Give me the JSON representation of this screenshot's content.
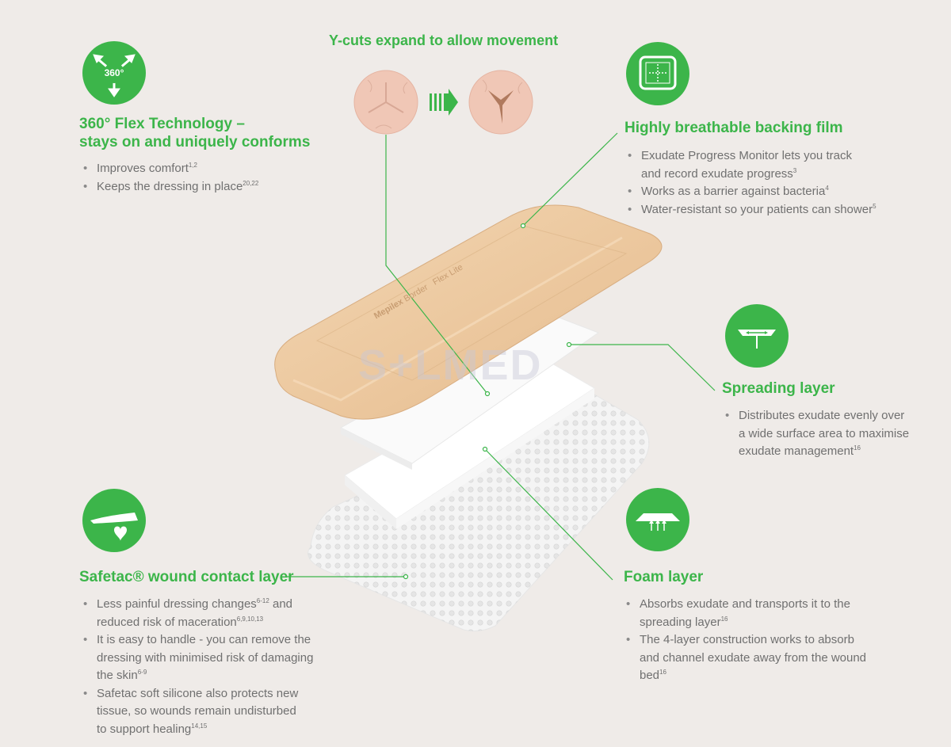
{
  "ycuts": {
    "title": "Y-cuts expand to allow movement"
  },
  "flex": {
    "icon_text": "360°",
    "title_line1": "360° Flex Technology –",
    "title_line2": "stays on and uniquely conforms",
    "bullets": [
      {
        "text": "Improves comfort",
        "ref": "1,2"
      },
      {
        "text": "Keeps the dressing in place",
        "ref": "20,22"
      }
    ]
  },
  "backing": {
    "title": "Highly breathable backing film",
    "bullets": [
      {
        "line1": "Exudate Progress Monitor lets you track",
        "line2": "and record exudate progress",
        "ref": "3"
      },
      {
        "text": "Works as a barrier against bacteria",
        "ref": "4"
      },
      {
        "text": "Water-resistant so your patients can shower",
        "ref": "5"
      }
    ]
  },
  "spreading": {
    "title": "Spreading layer",
    "bullets": [
      {
        "line1": "Distributes exudate evenly over",
        "line2": "a wide surface area to maximise",
        "line3": "exudate management",
        "ref": "16"
      }
    ]
  },
  "safetac": {
    "title": "Safetac® wound contact layer",
    "bullets": [
      {
        "line1": "Less painful dressing changes",
        "ref1": "6-12",
        "line1b": " and",
        "line2": "reduced risk of maceration",
        "ref2": "6,9,10,13"
      },
      {
        "line1": "It is easy to handle - you can remove the",
        "line2": "dressing with minimised risk of damaging",
        "line3": "the skin",
        "ref": "6-9"
      },
      {
        "line1": "Safetac soft silicone also protects new",
        "line2": "tissue, so wounds remain undisturbed",
        "line3": "to support healing",
        "ref": "14,15"
      }
    ]
  },
  "foam": {
    "title": "Foam layer",
    "bullets": [
      {
        "line1": "Absorbs exudate and transports it to the",
        "line2": "spreading layer",
        "ref": "16"
      },
      {
        "line1": "The 4-layer construction works to absorb",
        "line2": "and channel exudate away from the wound",
        "line3": "bed",
        "ref": "16"
      }
    ]
  },
  "dressing": {
    "print_brand": "Mepilex",
    "print_product": "Border",
    "print_variant": "Flex Lite"
  },
  "watermark": "S+LMED",
  "colors": {
    "accent": "#3cb54a",
    "background": "#efebe8",
    "text": "#6b6b6b",
    "dressing": "#ecc9a0"
  }
}
